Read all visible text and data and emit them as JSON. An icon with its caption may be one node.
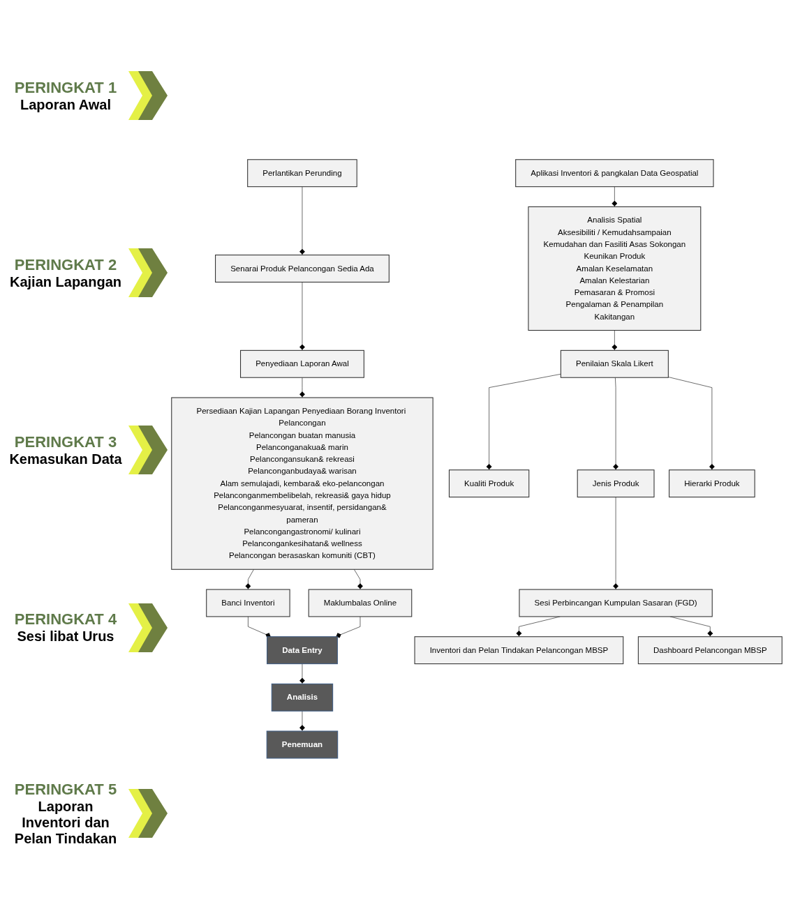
{
  "diagram": {
    "nodes": [
      {
        "text": [
          "Perlantikan Perunding"
        ]
      },
      {
        "text": [
          "Senarai Produk Pelancongan Sedia Ada"
        ]
      },
      {
        "text": [
          "Penyediaan Laporan Awal"
        ]
      },
      {
        "text": [
          "Persediaan Kajian Lapangan Penyediaan Borang Inventori Pelancongan",
          "Pelancongan buatan manusia",
          "Pelanconganakua& marin",
          "Pelancongansukan& rekreasi",
          "Pelanconganbudaya& warisan",
          "Alam semulajadi, kembara& eko-pelancongan",
          "Pelanconganmembelibelah, rekreasi& gaya hidup",
          "Pelanconganmesyuarat, insentif, persidangan&",
          "pameran",
          "Pelancongangastronomi/ kulinari",
          "Pelancongankesihatan& wellness",
          "Pelancongan berasaskan komuniti (CBT)"
        ]
      },
      {
        "text": [
          "Banci Inventori"
        ]
      },
      {
        "text": [
          "Maklumbalas Online"
        ]
      },
      {
        "text": [
          "Data Entry"
        ]
      },
      {
        "text": [
          "Aplikasi Inventori & pangkalan Data Geospatial"
        ]
      },
      {
        "text": [
          "Analisis"
        ]
      },
      {
        "text": [
          "Analisis Spatial",
          "Aksesibiliti / Kemudahsampaian",
          "Kemudahan dan Fasiliti Asas Sokongan",
          "Keunikan Produk",
          "Amalan Keselamatan",
          "Amalan Kelestarian",
          "Pemasaran & Promosi",
          "Pengalaman & Penampilan",
          "Kakitangan"
        ]
      },
      {
        "text": [
          "Penemuan"
        ]
      },
      {
        "text": [
          "Penilaian Skala Likert"
        ]
      },
      {
        "text": [
          "Kualiti Produk"
        ]
      },
      {
        "text": [
          "Jenis Produk"
        ]
      },
      {
        "text": [
          "Hierarki Produk"
        ]
      },
      {
        "text": [
          "Sesi Perbincangan Kumpulan Sasaran (FGD)"
        ]
      },
      {
        "text": [
          "Inventori dan Pelan Tindakan Pelancongan MBSP"
        ]
      },
      {
        "text": [
          "Dashboard Pelancongan MBSP"
        ]
      }
    ],
    "edges": [
      {
        "from": 0,
        "to": 1,
        "arrow": "other"
      },
      {
        "from": 1,
        "to": 2,
        "arrow": "other"
      },
      {
        "from": 2,
        "to": 3,
        "arrow": "other"
      },
      {
        "from": 3,
        "to": 4,
        "arrow": "other"
      },
      {
        "from": 3,
        "to": 5,
        "arrow": "other"
      },
      {
        "from": 4,
        "to": 6,
        "arrow": "other"
      },
      {
        "from": 5,
        "to": 6,
        "arrow": "other"
      },
      {
        "from": 6,
        "to": 8,
        "arrow": "other"
      },
      {
        "from": 8,
        "to": 10,
        "arrow": "other"
      },
      {
        "from": 7,
        "to": 9,
        "arrow": "other"
      },
      {
        "from": 9,
        "to": 11,
        "arrow": "other"
      },
      {
        "from": 11,
        "to": 12,
        "arrow": "other"
      },
      {
        "from": 11,
        "to": 13,
        "arrow": "other"
      },
      {
        "from": 11,
        "to": 14,
        "arrow": "other"
      },
      {
        "from": 13,
        "to": 15,
        "arrow": "other"
      },
      {
        "from": 15,
        "to": 16,
        "arrow": "other"
      },
      {
        "from": 15,
        "to": 17,
        "arrow": "other"
      }
    ],
    "labels": [
      "PERINGKAT 1",
      "Laporan Awal",
      "PERINGKAT 2",
      "Kajian Lapangan",
      "PERINGKAT 3",
      "Kemasukan Data",
      "PERINGKAT 4",
      "Sesi libat Urus",
      "PERINGKAT 5",
      "Laporan Inventori dan Pelan Tindakan"
    ]
  }
}
